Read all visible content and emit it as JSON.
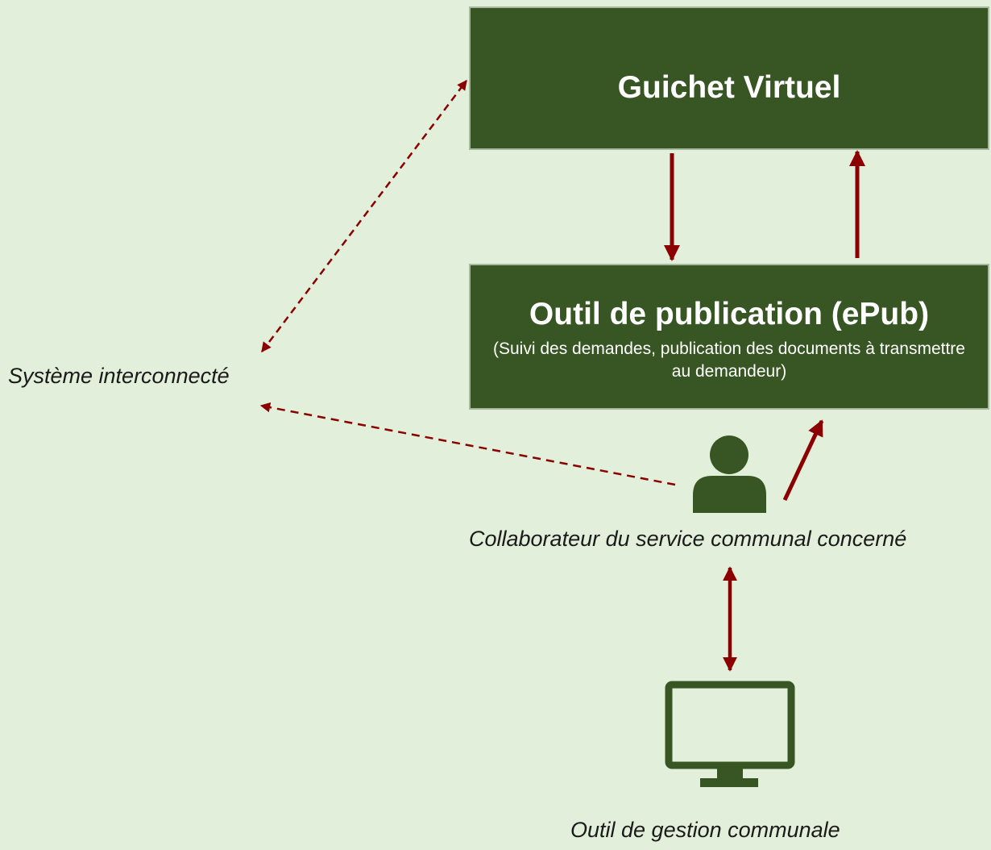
{
  "nodes": {
    "guichet_virtuel": {
      "title": "Guichet Virtuel"
    },
    "outil_publication": {
      "title": "Outil de publication (ePub)",
      "subtitle": "(Suivi des demandes, publication des documents à transmettre au demandeur)"
    }
  },
  "labels": {
    "systeme": "Système interconnecté",
    "collaborateur": "Collaborateur du service communal concerné",
    "outil_gestion": "Outil de gestion communale"
  },
  "icons": {
    "person": "person-icon",
    "monitor": "monitor-icon"
  },
  "colors": {
    "background": "#e2efda",
    "box": "#375623",
    "arrow": "#8b0000",
    "icon": "#375623"
  }
}
